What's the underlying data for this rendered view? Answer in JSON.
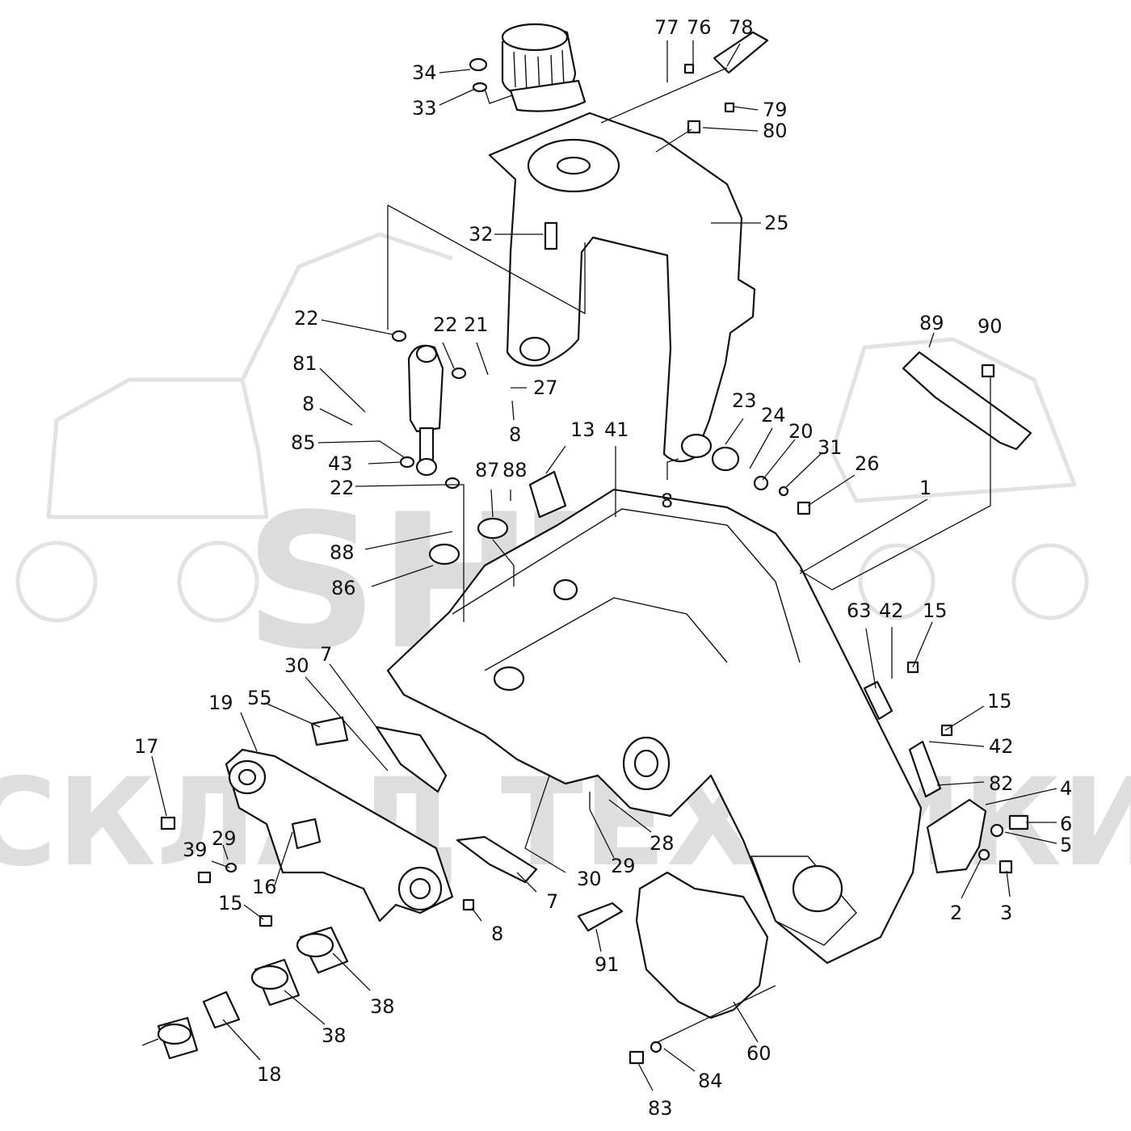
{
  "watermark": {
    "line1": "SHT",
    "line2": "СКЛАД ТЕХНИКИ"
  },
  "colors": {
    "ink": "#111111",
    "watermark": "#d6d6d6",
    "background": "#ffffff"
  },
  "callouts": [
    "34",
    "33",
    "77",
    "76",
    "78",
    "79",
    "80",
    "25",
    "32",
    "22",
    "22",
    "21",
    "27",
    "81",
    "8",
    "85",
    "43",
    "22",
    "8",
    "23",
    "24",
    "20",
    "31",
    "26",
    "8",
    "13",
    "41",
    "87",
    "88",
    "88",
    "86",
    "89",
    "90",
    "1",
    "63",
    "42",
    "15",
    "15",
    "42",
    "82",
    "4",
    "6",
    "5",
    "3",
    "2",
    "7",
    "30",
    "55",
    "19",
    "17",
    "39",
    "29",
    "16",
    "15",
    "8",
    "29",
    "28",
    "30",
    "7",
    "91",
    "38",
    "38",
    "18",
    "60",
    "84",
    "83"
  ]
}
